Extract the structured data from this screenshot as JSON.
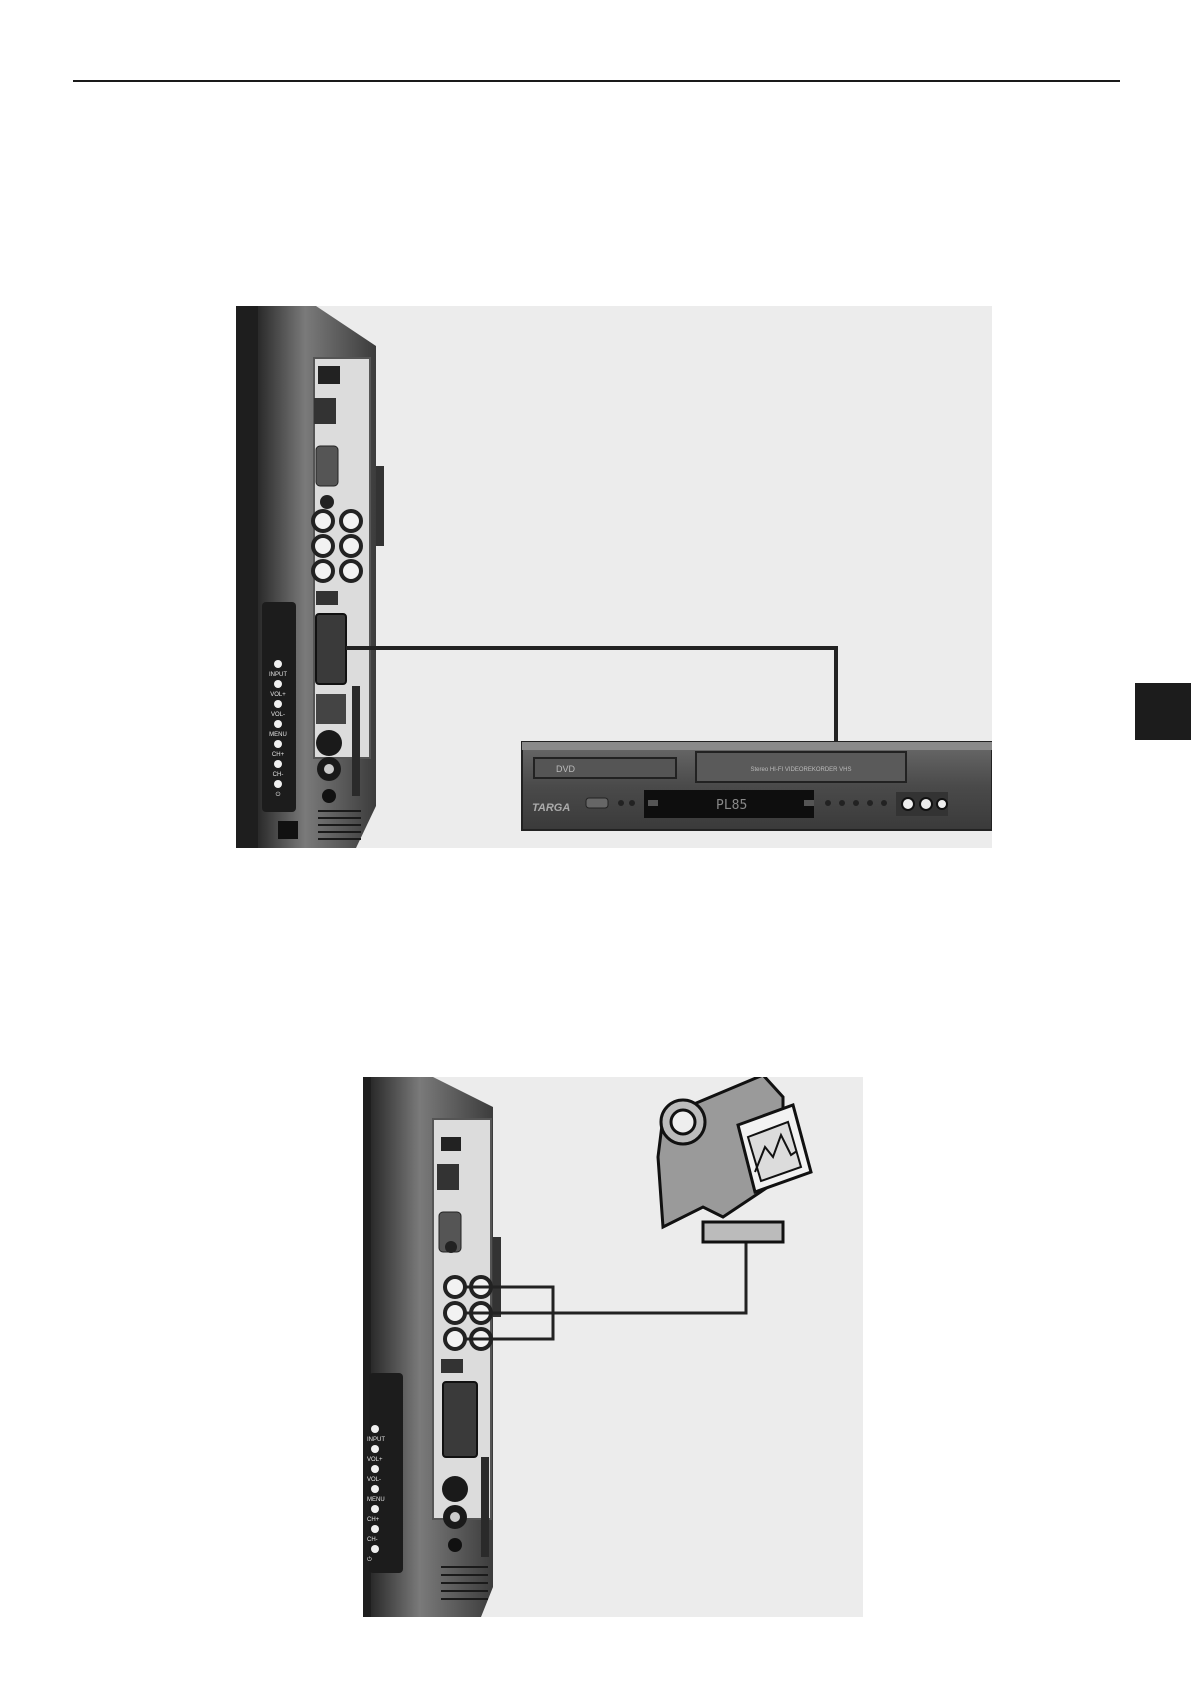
{
  "tv_panel": {
    "buttons": [
      "INPUT",
      "VOL+",
      "VOL-",
      "MENU",
      "CH+",
      "CH-",
      "⏻"
    ]
  },
  "dvd_vcr": {
    "brand": "TARGA",
    "tray_label": "DVD",
    "cassette_label": "Stereo HI-FI VIDEOREKORDER VHS",
    "display": "PL85"
  },
  "icons": {
    "camcorder": "camcorder-icon",
    "tv_side": "tv-side-panel-icon",
    "recorder": "dvd-vcr-icon"
  }
}
